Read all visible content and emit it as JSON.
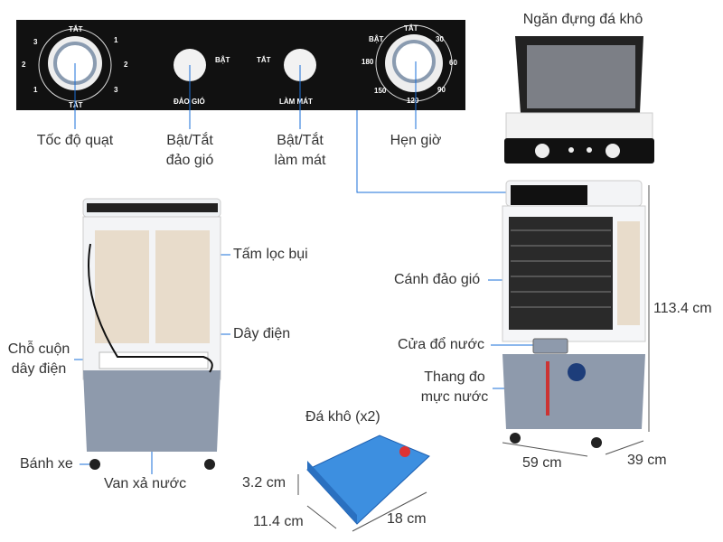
{
  "panel": {
    "fan_dial": {
      "top": "TẮT",
      "bottom": "TẮT",
      "left": [
        "3",
        "2",
        "1"
      ],
      "right": [
        "1",
        "2",
        "3"
      ]
    },
    "swing_button": "ĐẢO GIÓ",
    "switch_legend": {
      "on": "BẬT",
      "off": "TẮT"
    },
    "cool_button": "LÀM MÁT",
    "timer_dial": {
      "on": "BẬT",
      "off": "TẮT",
      "marks": [
        "30",
        "60",
        "90",
        "120",
        "150",
        "180"
      ]
    }
  },
  "labels": {
    "fan_speed": "Tốc độ quạt",
    "swing_toggle": [
      "Bật/Tắt",
      "đảo gió"
    ],
    "cool_toggle": [
      "Bật/Tắt",
      "làm mát"
    ],
    "timer": "Hẹn giờ",
    "ice_compartment": "Ngăn đựng đá khô",
    "dust_filter": "Tấm lọc bụi",
    "power_cord": "Dây điện",
    "cord_wrap": [
      "Chỗ cuộn",
      "dây điện"
    ],
    "wheels": "Bánh xe",
    "drain_valve": "Van xả nước",
    "louvers": "Cánh đảo gió",
    "water_inlet": "Cửa đổ nước",
    "water_gauge": [
      "Thang đo",
      "mực nước"
    ],
    "ice_packs": "Đá khô (x2)"
  },
  "dimensions": {
    "height": "113.4 cm",
    "width": "59 cm",
    "depth": "39 cm",
    "ice_thickness": "3.2 cm",
    "ice_width": "11.4 cm",
    "ice_length": "18 cm"
  },
  "colors": {
    "leader": "#1a6fd8",
    "body_gray": "#8e9aac",
    "panel": "#111111",
    "ice": "#3d8fe0"
  }
}
